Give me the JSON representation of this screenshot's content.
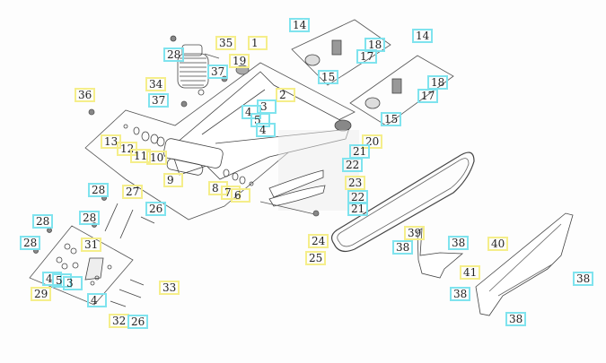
{
  "colors": {
    "main_part_box": "#f5ee8a",
    "hardware_box": "#7fe3ee",
    "line_art": "#555555"
  },
  "labels": [
    {
      "text": "14",
      "kind": "hardware"
    },
    {
      "text": "14",
      "kind": "hardware"
    },
    {
      "text": "18",
      "kind": "hardware"
    },
    {
      "text": "17",
      "kind": "hardware"
    },
    {
      "text": "15",
      "kind": "hardware"
    },
    {
      "text": "18",
      "kind": "hardware"
    },
    {
      "text": "17",
      "kind": "hardware"
    },
    {
      "text": "15",
      "kind": "hardware"
    },
    {
      "text": "35",
      "kind": "main"
    },
    {
      "text": "1",
      "kind": "main"
    },
    {
      "text": "28",
      "kind": "hardware"
    },
    {
      "text": "19",
      "kind": "main"
    },
    {
      "text": "37",
      "kind": "hardware"
    },
    {
      "text": "34",
      "kind": "main"
    },
    {
      "text": "36",
      "kind": "main"
    },
    {
      "text": "37",
      "kind": "hardware"
    },
    {
      "text": "2",
      "kind": "main"
    },
    {
      "text": "3",
      "kind": "hardware"
    },
    {
      "text": "4",
      "kind": "hardware"
    },
    {
      "text": "5",
      "kind": "hardware"
    },
    {
      "text": "4",
      "kind": "hardware"
    },
    {
      "text": "13",
      "kind": "main"
    },
    {
      "text": "12",
      "kind": "main"
    },
    {
      "text": "11",
      "kind": "main"
    },
    {
      "text": "10",
      "kind": "main"
    },
    {
      "text": "9",
      "kind": "main"
    },
    {
      "text": "8",
      "kind": "main"
    },
    {
      "text": "7",
      "kind": "main"
    },
    {
      "text": "6",
      "kind": "main"
    },
    {
      "text": "20",
      "kind": "main"
    },
    {
      "text": "21",
      "kind": "hardware"
    },
    {
      "text": "22",
      "kind": "hardware"
    },
    {
      "text": "23",
      "kind": "main"
    },
    {
      "text": "22",
      "kind": "hardware"
    },
    {
      "text": "21",
      "kind": "hardware"
    },
    {
      "text": "24",
      "kind": "main"
    },
    {
      "text": "25",
      "kind": "main"
    },
    {
      "text": "28",
      "kind": "hardware"
    },
    {
      "text": "27",
      "kind": "main"
    },
    {
      "text": "26",
      "kind": "hardware"
    },
    {
      "text": "28",
      "kind": "hardware"
    },
    {
      "text": "28",
      "kind": "hardware"
    },
    {
      "text": "28",
      "kind": "hardware"
    },
    {
      "text": "31",
      "kind": "main"
    },
    {
      "text": "4",
      "kind": "hardware"
    },
    {
      "text": "5",
      "kind": "hardware"
    },
    {
      "text": "3",
      "kind": "hardware"
    },
    {
      "text": "29",
      "kind": "main"
    },
    {
      "text": "4",
      "kind": "hardware"
    },
    {
      "text": "33",
      "kind": "main"
    },
    {
      "text": "32",
      "kind": "main"
    },
    {
      "text": "26",
      "kind": "hardware"
    },
    {
      "text": "39",
      "kind": "main"
    },
    {
      "text": "38",
      "kind": "hardware"
    },
    {
      "text": "38",
      "kind": "hardware"
    },
    {
      "text": "40",
      "kind": "main"
    },
    {
      "text": "41",
      "kind": "main"
    },
    {
      "text": "38",
      "kind": "hardware"
    },
    {
      "text": "38",
      "kind": "hardware"
    },
    {
      "text": "38",
      "kind": "hardware"
    }
  ]
}
